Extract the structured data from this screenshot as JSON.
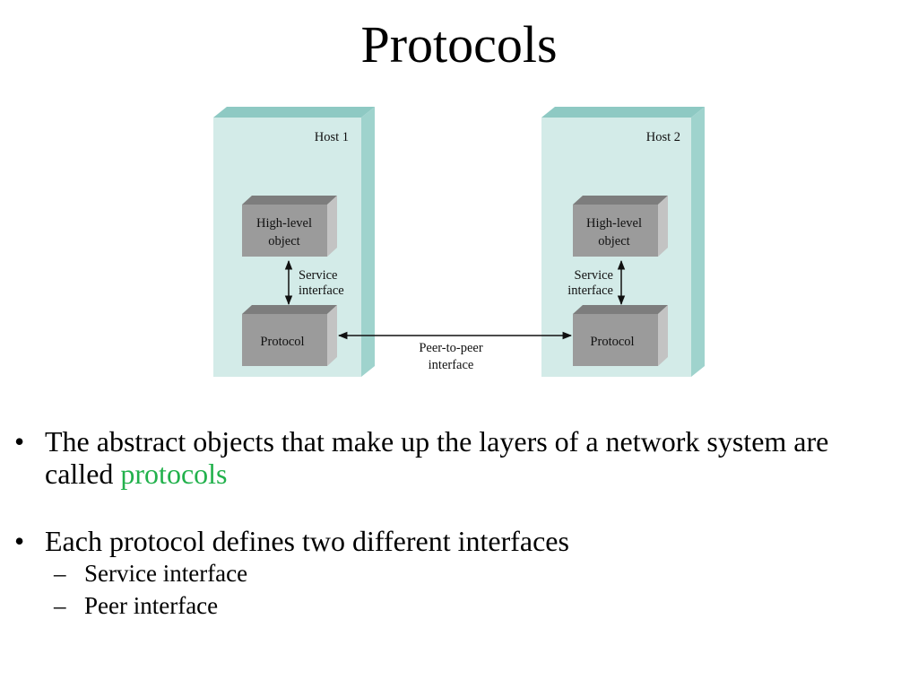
{
  "title": "Protocols",
  "colors": {
    "accent": "#22b14c",
    "host_front": "#d3ebe8",
    "host_top": "#8ec9c3",
    "host_side": "#9fd3cd",
    "box_front": "#9b9b9b",
    "box_top": "#7d7d7d",
    "box_side": "#c3c3c3"
  },
  "diagram": {
    "host1": {
      "label": "Host 1",
      "high_level": [
        "High-level",
        "object"
      ],
      "protocol": "Protocol"
    },
    "host2": {
      "label": "Host 2",
      "high_level": [
        "High-level",
        "object"
      ],
      "protocol": "Protocol"
    },
    "service_interface": [
      "Service",
      "interface"
    ],
    "peer_interface": [
      "Peer-to-peer",
      "interface"
    ]
  },
  "bullets": {
    "b1_text": "The abstract objects that make up the layers of a network system are called ",
    "b1_highlight": "protocols",
    "b2_text": "Each protocol defines two different interfaces",
    "sub1": "Service interface",
    "sub2": "Peer interface"
  }
}
